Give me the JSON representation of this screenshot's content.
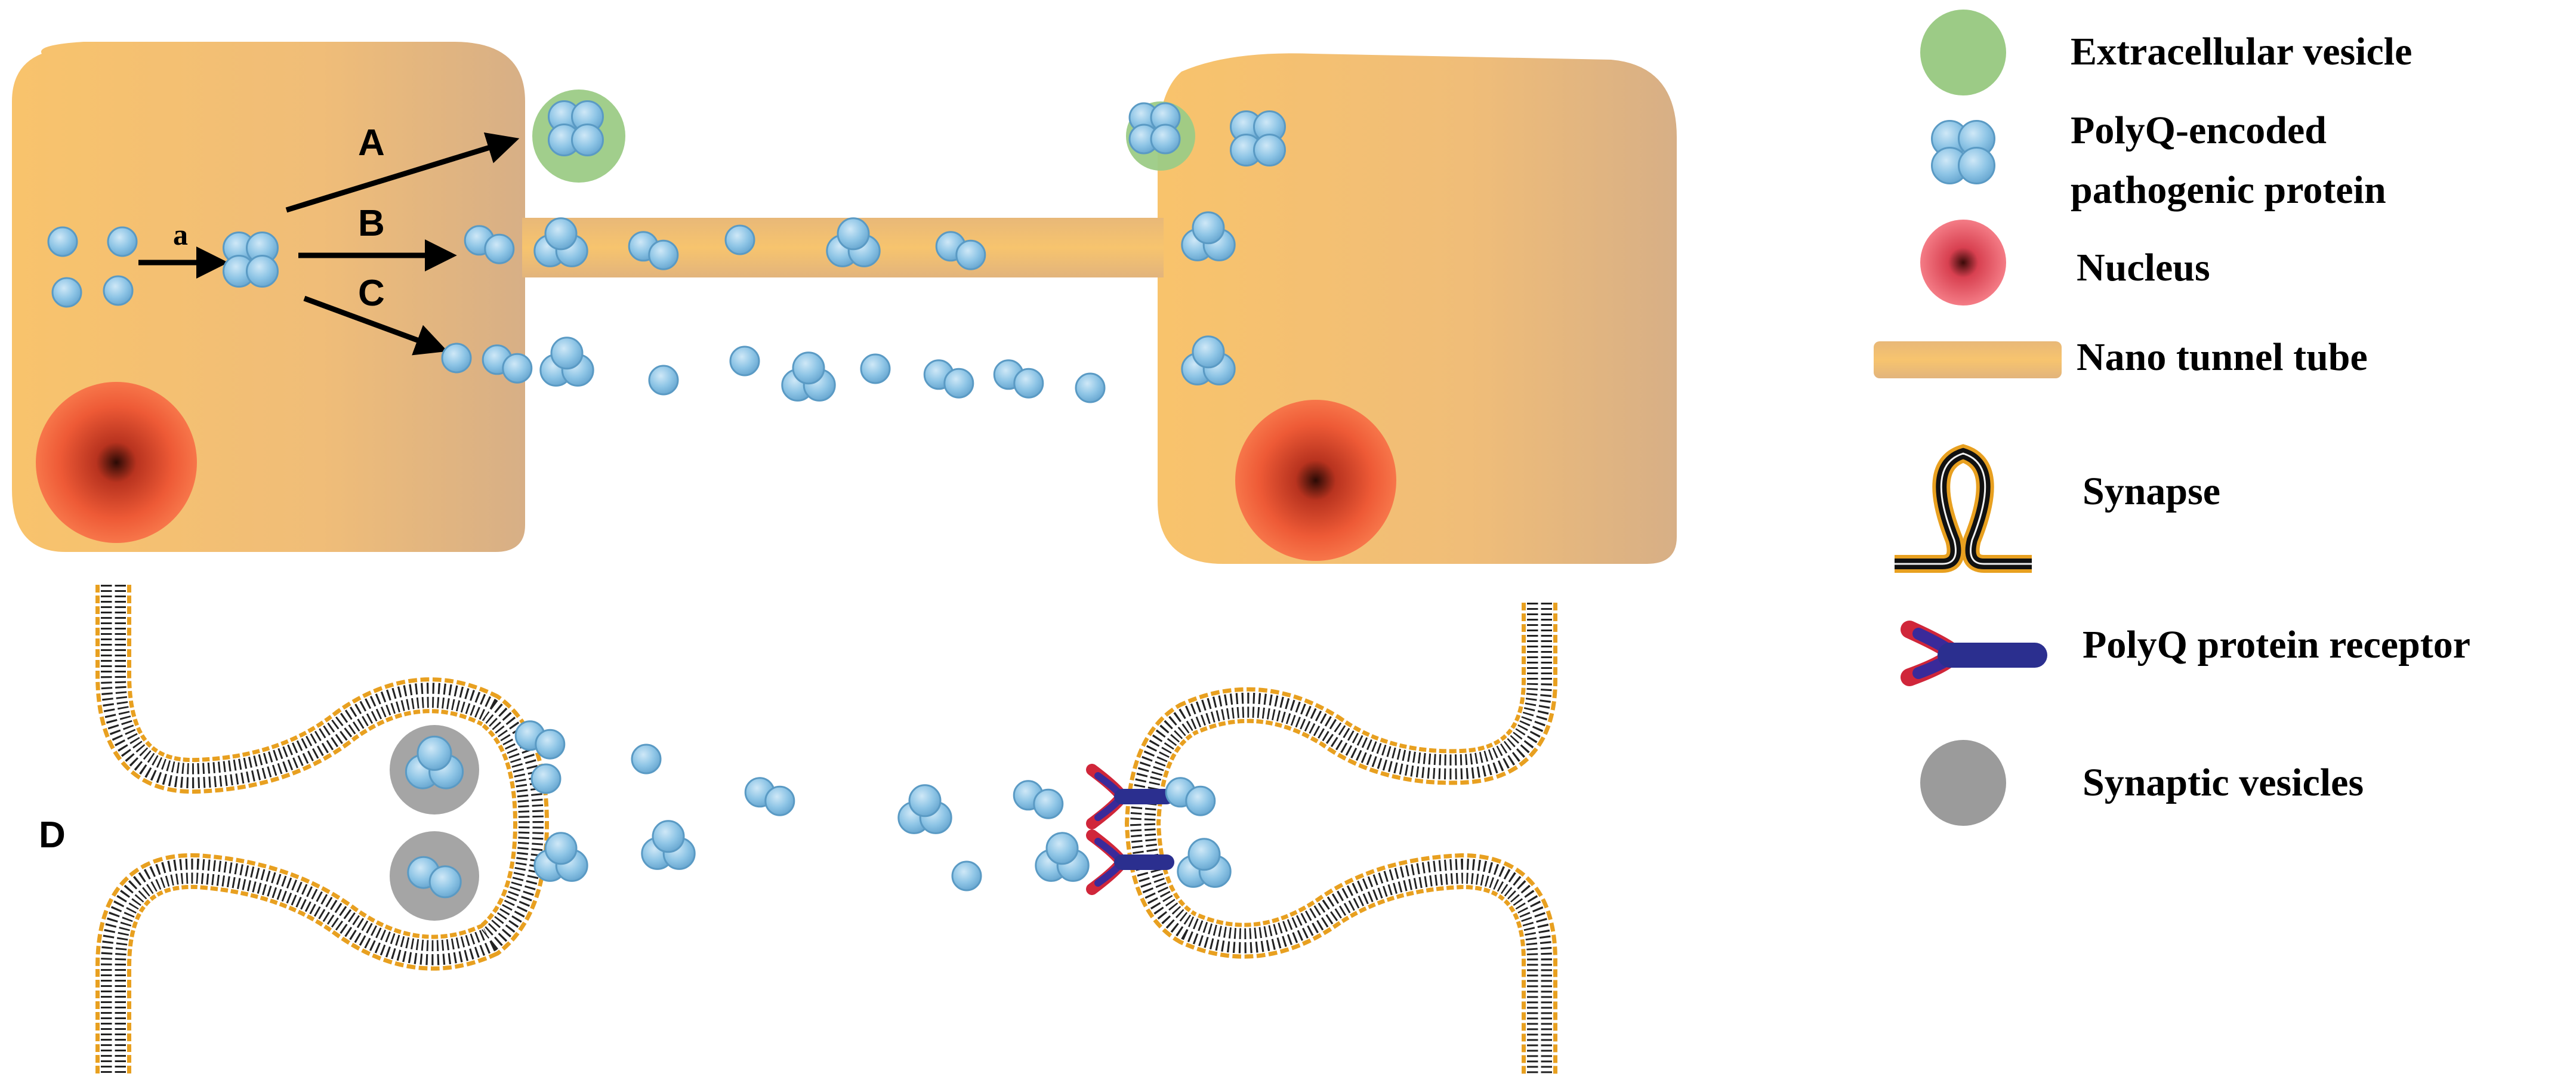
{
  "pathway_labels": {
    "a": "a",
    "A": "A",
    "B": "B",
    "C": "C",
    "D": "D"
  },
  "legend": {
    "extracellular_vesicle": "Extracellular vesicle",
    "polyq_protein_line1": "PolyQ-encoded",
    "polyq_protein_line2": "pathogenic protein",
    "nucleus": "Nucleus",
    "nano_tube": "Nano tunnel tube",
    "synapse": "Synapse",
    "polyq_receptor": "PolyQ protein receptor",
    "synaptic_vesicles": "Synaptic vesicles"
  },
  "colors": {
    "cell_fill": "#F6C06E",
    "cell_fill_edge": "#D9AE80",
    "nucleus_center": "#2a0a05",
    "nucleus_outer": "#F26B3A",
    "protein": "#8EC5E6",
    "protein_stroke": "#4E8DB5",
    "vesicle_green": "#9CCB86",
    "synaptic_vesicle": "#9B9B9B",
    "membrane_head": "#E8A020",
    "receptor_blue": "#2B2F8F",
    "receptor_red": "#D0263A"
  }
}
